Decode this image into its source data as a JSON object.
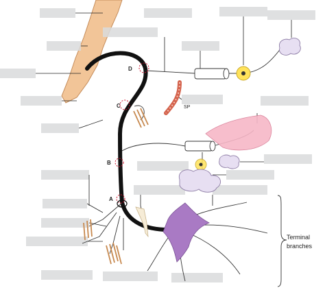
{
  "labels": {
    "point_a": "A",
    "point_b": "B",
    "point_c": "C",
    "point_d": "D",
    "sp": "SP",
    "terminal_line1": "Terminal",
    "terminal_line2": "branches"
  },
  "colors": {
    "skin": "#f2c598",
    "skin_stroke": "#c48b59",
    "nerve": "#111111",
    "ganglion": "#ffe35a",
    "target_purple": "#a97ac4",
    "gland_lavender": "#e7dff2",
    "muscle_pink": "#f7b7c7",
    "vessel_red": "#d4634d",
    "cut_marker": "#d0112b",
    "label_placeholder": "#d9dadc"
  }
}
